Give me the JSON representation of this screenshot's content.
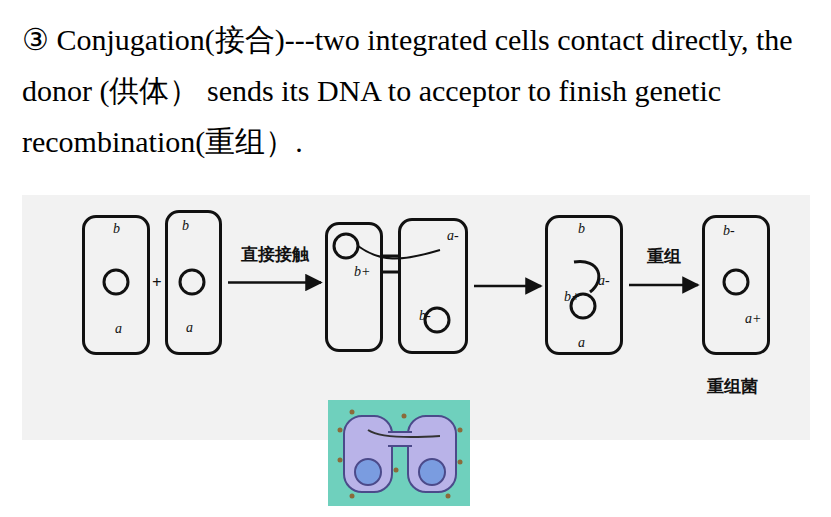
{
  "diagram": {
    "title": "③ Conjugation(接合)---two integrated cells contact directly, the donor (供体） sends its DNA to acceptor to finish genetic recombination(重组）.",
    "nodes": [
      {
        "text": [
          "b",
          "a"
        ]
      },
      {
        "text": [
          "b",
          "a"
        ]
      },
      {
        "text": [
          "b+"
        ]
      },
      {
        "text": [
          "a-",
          "b-"
        ]
      },
      {
        "text": [
          "b",
          "a-",
          "b+",
          "a"
        ]
      },
      {
        "text": [
          "b-",
          "a+",
          "重组菌"
        ]
      }
    ],
    "edges": [
      {
        "from": 1,
        "to": 2,
        "label": "直接接触",
        "arrow": "to"
      },
      {
        "from": 3,
        "to": 4,
        "arrow": "to"
      },
      {
        "from": 4,
        "to": 5,
        "label": "重组",
        "arrow": "to"
      }
    ],
    "labels": [
      "+"
    ]
  }
}
